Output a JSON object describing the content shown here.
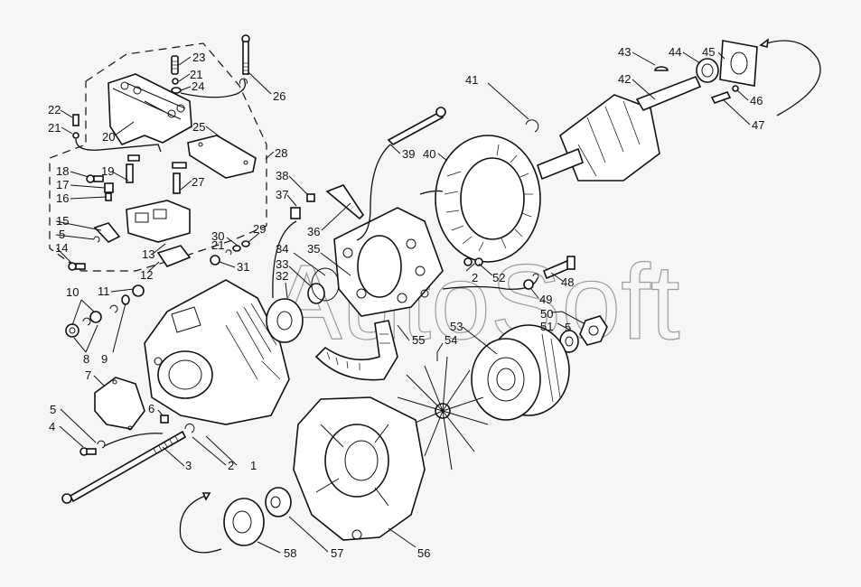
{
  "diagram": {
    "title": "Alternator exploded parts view",
    "watermark": "AutoSoft",
    "background_color": "#f6f6f6",
    "line_color": "#111111",
    "labels": [
      {
        "id": "l1",
        "text": "1"
      },
      {
        "id": "l2a",
        "text": "2"
      },
      {
        "id": "l2b",
        "text": "2"
      },
      {
        "id": "l3",
        "text": "3"
      },
      {
        "id": "l4",
        "text": "4"
      },
      {
        "id": "l5a",
        "text": "5"
      },
      {
        "id": "l5b",
        "text": "5"
      },
      {
        "id": "l5c",
        "text": "5"
      },
      {
        "id": "l6",
        "text": "6"
      },
      {
        "id": "l7",
        "text": "7"
      },
      {
        "id": "l8",
        "text": "8"
      },
      {
        "id": "l9",
        "text": "9"
      },
      {
        "id": "l10",
        "text": "10"
      },
      {
        "id": "l11",
        "text": "11"
      },
      {
        "id": "l12",
        "text": "12"
      },
      {
        "id": "l13",
        "text": "13"
      },
      {
        "id": "l14",
        "text": "14"
      },
      {
        "id": "l15",
        "text": "15"
      },
      {
        "id": "l16",
        "text": "16"
      },
      {
        "id": "l17",
        "text": "17"
      },
      {
        "id": "l18",
        "text": "18"
      },
      {
        "id": "l19",
        "text": "19"
      },
      {
        "id": "l20",
        "text": "20"
      },
      {
        "id": "l21a",
        "text": "21"
      },
      {
        "id": "l21b",
        "text": "21"
      },
      {
        "id": "l21c",
        "text": "21"
      },
      {
        "id": "l22",
        "text": "22"
      },
      {
        "id": "l23",
        "text": "23"
      },
      {
        "id": "l24",
        "text": "24"
      },
      {
        "id": "l25",
        "text": "25"
      },
      {
        "id": "l26",
        "text": "26"
      },
      {
        "id": "l27",
        "text": "27"
      },
      {
        "id": "l28",
        "text": "28"
      },
      {
        "id": "l29",
        "text": "29"
      },
      {
        "id": "l30",
        "text": "30"
      },
      {
        "id": "l31",
        "text": "31"
      },
      {
        "id": "l32",
        "text": "32"
      },
      {
        "id": "l33",
        "text": "33"
      },
      {
        "id": "l34",
        "text": "34"
      },
      {
        "id": "l35",
        "text": "35"
      },
      {
        "id": "l36",
        "text": "36"
      },
      {
        "id": "l37",
        "text": "37"
      },
      {
        "id": "l38",
        "text": "38"
      },
      {
        "id": "l39",
        "text": "39"
      },
      {
        "id": "l40",
        "text": "40"
      },
      {
        "id": "l41",
        "text": "41"
      },
      {
        "id": "l42",
        "text": "42"
      },
      {
        "id": "l43",
        "text": "43"
      },
      {
        "id": "l44",
        "text": "44"
      },
      {
        "id": "l45",
        "text": "45"
      },
      {
        "id": "l46",
        "text": "46"
      },
      {
        "id": "l47",
        "text": "47"
      },
      {
        "id": "l48",
        "text": "48"
      },
      {
        "id": "l49",
        "text": "49"
      },
      {
        "id": "l50",
        "text": "50"
      },
      {
        "id": "l51",
        "text": "51"
      },
      {
        "id": "l52",
        "text": "52"
      },
      {
        "id": "l53",
        "text": "53"
      },
      {
        "id": "l54",
        "text": "54"
      },
      {
        "id": "l55",
        "text": "55"
      },
      {
        "id": "l56",
        "text": "56"
      },
      {
        "id": "l57",
        "text": "57"
      },
      {
        "id": "l58",
        "text": "58"
      }
    ]
  }
}
